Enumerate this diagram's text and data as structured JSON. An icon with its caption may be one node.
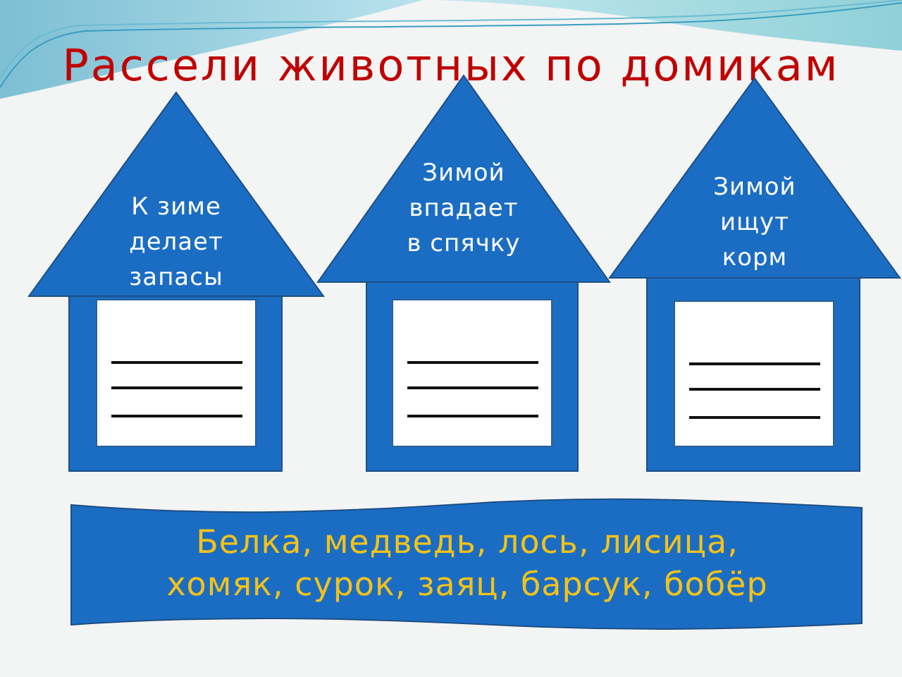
{
  "diagram": {
    "title": "Рассели животных по домикам",
    "nodes": [
      {
        "text": [
          "К зиме делает запасы"
        ]
      },
      {
        "text": [
          "Зимой впадает в спячку"
        ]
      },
      {
        "text": [
          "Зимой ищут корм"
        ]
      },
      {
        "text": [
          "Белка, медведь, лось, лисица, хомяк, сурок, заяц, барсук, бобёр"
        ]
      }
    ]
  }
}
